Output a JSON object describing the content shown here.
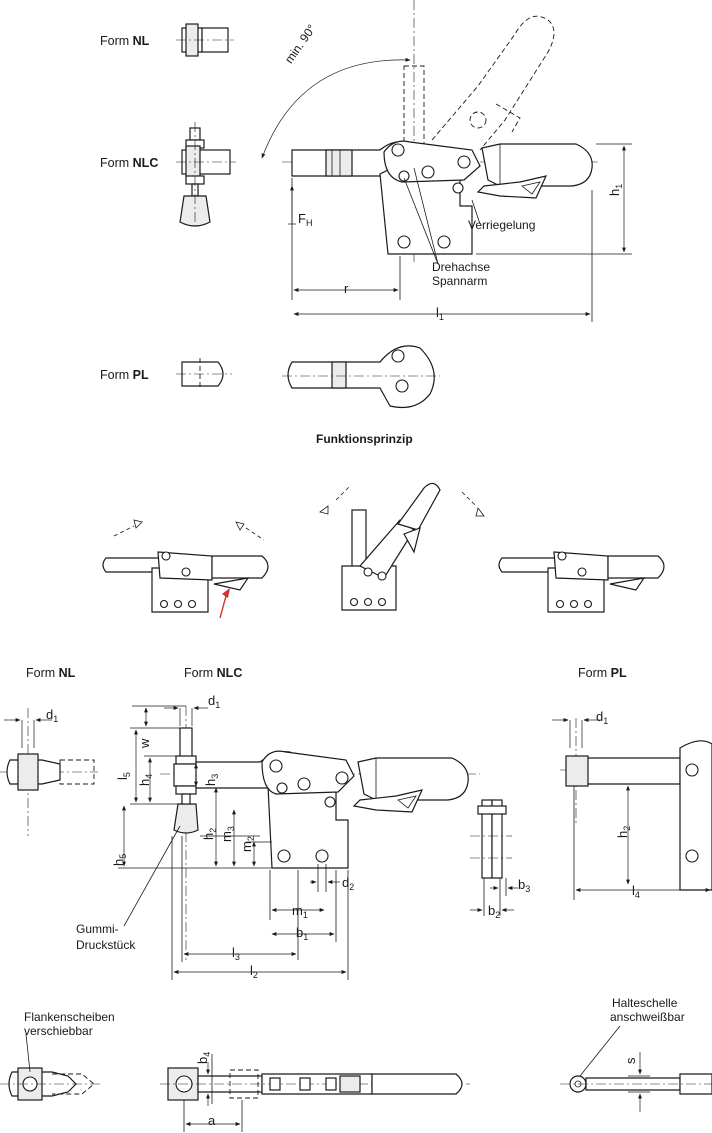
{
  "views": {
    "form_nl_top": {
      "form": "Form",
      "code": "NL"
    },
    "form_nlc_top": {
      "form": "Form",
      "code": "NLC"
    },
    "form_pl_top": {
      "form": "Form",
      "code": "PL"
    },
    "form_nl_bottom": {
      "form": "Form",
      "code": "NL"
    },
    "form_nlc_bottom": {
      "form": "Form",
      "code": "NLC"
    },
    "form_pl_bottom": {
      "form": "Form",
      "code": "PL"
    }
  },
  "section_title": "Funktionsprinzip",
  "annotations": {
    "angle": "min. 90°",
    "locking": "Verriegelung",
    "pivot_line1": "Drehachse",
    "pivot_line2": "Spannarm",
    "rubber_line1": "Gummi-",
    "rubber_line2": "Druckstück",
    "washers_line1": "Flankenscheiben",
    "washers_line2": "verschiebbar",
    "bracket_line1": "Halteschelle",
    "bracket_line2": "anschweißbar"
  },
  "dimensions": {
    "force": {
      "main": "F",
      "sub": "H"
    },
    "r": {
      "main": "r",
      "sub": ""
    },
    "l1": {
      "main": "l",
      "sub": "1"
    },
    "h1": {
      "main": "h",
      "sub": "1"
    },
    "d1_nl": {
      "main": "d",
      "sub": "1"
    },
    "d1_nlc": {
      "main": "d",
      "sub": "1"
    },
    "d1_pl": {
      "main": "d",
      "sub": "1"
    },
    "w": {
      "main": "w",
      "sub": ""
    },
    "l5": {
      "main": "l",
      "sub": "5"
    },
    "h4": {
      "main": "h",
      "sub": "4"
    },
    "h3": {
      "main": "h",
      "sub": "3"
    },
    "h2_nlc": {
      "main": "h",
      "sub": "2"
    },
    "m3": {
      "main": "m",
      "sub": "3"
    },
    "m2": {
      "main": "m",
      "sub": "2"
    },
    "h5": {
      "main": "h",
      "sub": "5"
    },
    "d2": {
      "main": "d",
      "sub": "2"
    },
    "m1": {
      "main": "m",
      "sub": "1"
    },
    "b1": {
      "main": "b",
      "sub": "1"
    },
    "l3": {
      "main": "l",
      "sub": "3"
    },
    "l2": {
      "main": "l",
      "sub": "2"
    },
    "b2": {
      "main": "b",
      "sub": "2"
    },
    "b3": {
      "main": "b",
      "sub": "3"
    },
    "h2_pl": {
      "main": "h",
      "sub": "2"
    },
    "l4": {
      "main": "l",
      "sub": "4"
    },
    "b4": {
      "main": "b",
      "sub": "4"
    },
    "a": {
      "main": "a",
      "sub": ""
    },
    "s": {
      "main": "s",
      "sub": ""
    }
  },
  "colors": {
    "line": "#1a1a1a",
    "arrow_red": "#d0312d",
    "fill": "#ececec"
  }
}
